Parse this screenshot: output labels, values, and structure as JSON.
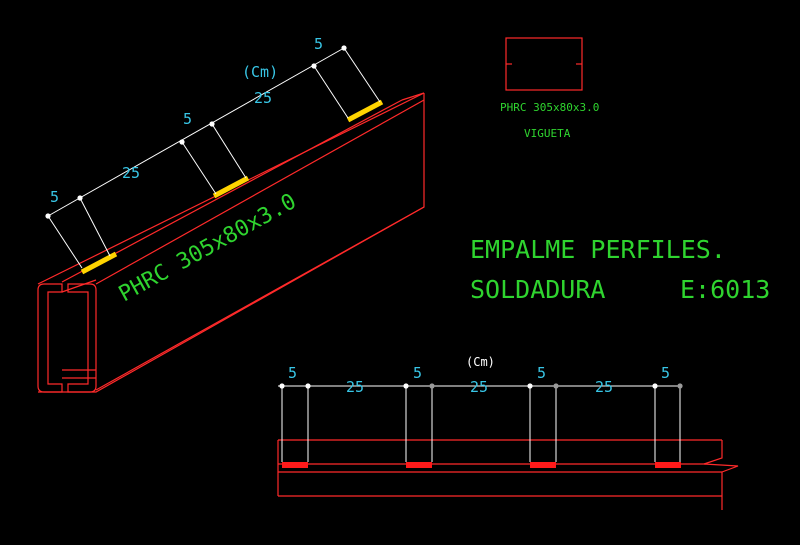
{
  "title": {
    "line1": "EMPALME PERFILES.",
    "line2_left": "SOLDADURA",
    "line2_right": "E:6013"
  },
  "section_box": {
    "profile": "PHRC 305x80x3.0",
    "label": "VIGUETA"
  },
  "iso_view": {
    "profile_label": "PHRC 305x80x3.0",
    "units": "(Cm)",
    "dims": {
      "weld1": "5",
      "gap1": "25",
      "weld2": "5",
      "gap2": "25",
      "weld3": "5"
    }
  },
  "elevation_view": {
    "units": "(Cm)",
    "dims": {
      "w1": "5",
      "g1": "25",
      "w2": "5",
      "g2": "25",
      "w3": "5",
      "g3": "25",
      "w4": "5"
    }
  },
  "colors": {
    "outline": "#ff2a2a",
    "weld_iso": "#ffd400",
    "weld_elev": "#ff1a1a",
    "dimension_text": "#38c6e6",
    "annotation_text": "#2fd42f",
    "background": "#000000"
  }
}
